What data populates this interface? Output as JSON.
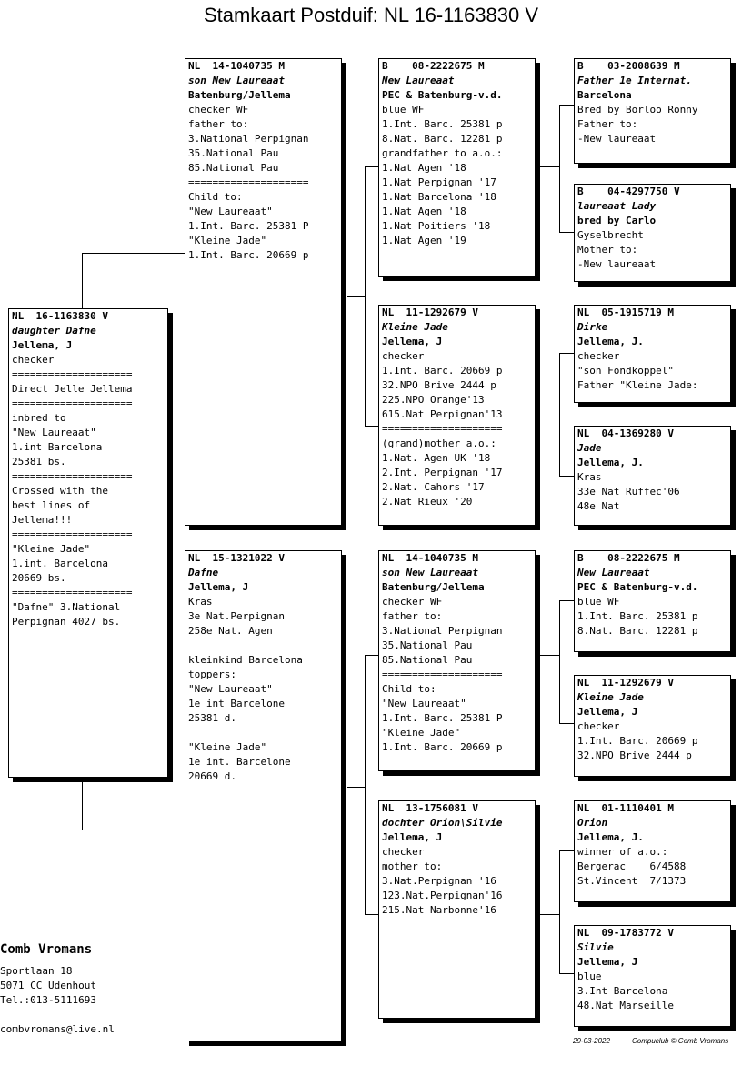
{
  "title": "Stamkaart Postduif: NL  16-1163830 V",
  "cards": {
    "subject": {
      "head": "NL  16-1163830 V",
      "lines": [
        {
          "t": "daughter Dafne",
          "s": "i"
        },
        {
          "t": "Jellema, J",
          "s": "b"
        },
        {
          "t": "checker",
          "s": ""
        },
        {
          "t": "====================",
          "s": ""
        },
        {
          "t": "Direct Jelle Jellema",
          "s": ""
        },
        {
          "t": "====================",
          "s": ""
        },
        {
          "t": "inbred to",
          "s": ""
        },
        {
          "t": "\"New Laureaat\"",
          "s": ""
        },
        {
          "t": "1.int Barcelona",
          "s": ""
        },
        {
          "t": "25381 bs.",
          "s": ""
        },
        {
          "t": "====================",
          "s": ""
        },
        {
          "t": "Crossed with the",
          "s": ""
        },
        {
          "t": "best lines of",
          "s": ""
        },
        {
          "t": "Jellema!!!",
          "s": ""
        },
        {
          "t": "====================",
          "s": ""
        },
        {
          "t": "\"Kleine Jade\"",
          "s": ""
        },
        {
          "t": "1.int. Barcelona",
          "s": ""
        },
        {
          "t": "20669 bs.",
          "s": ""
        },
        {
          "t": "====================",
          "s": ""
        },
        {
          "t": "\"Dafne\" 3.National",
          "s": ""
        },
        {
          "t": "Perpignan 4027 bs.",
          "s": ""
        }
      ]
    },
    "sire": {
      "head": "NL  14-1040735 M",
      "lines": [
        {
          "t": "son New Laureaat",
          "s": "i"
        },
        {
          "t": "Batenburg/Jellema",
          "s": "b"
        },
        {
          "t": "checker WF",
          "s": ""
        },
        {
          "t": "father to:",
          "s": ""
        },
        {
          "t": "3.National Perpignan",
          "s": ""
        },
        {
          "t": "35.National Pau",
          "s": ""
        },
        {
          "t": "85.National Pau",
          "s": ""
        },
        {
          "t": "====================",
          "s": ""
        },
        {
          "t": "Child to:",
          "s": ""
        },
        {
          "t": "\"New Laureaat\"",
          "s": ""
        },
        {
          "t": "1.Int. Barc. 25381 P",
          "s": ""
        },
        {
          "t": "\"Kleine Jade\"",
          "s": ""
        },
        {
          "t": "1.Int. Barc. 20669 p",
          "s": ""
        }
      ]
    },
    "dam": {
      "head": "NL  15-1321022 V",
      "lines": [
        {
          "t": "Dafne",
          "s": "i"
        },
        {
          "t": "Jellema, J",
          "s": "b"
        },
        {
          "t": "Kras",
          "s": ""
        },
        {
          "t": "3e Nat.Perpignan",
          "s": ""
        },
        {
          "t": "258e Nat. Agen",
          "s": ""
        },
        {
          "t": "",
          "s": ""
        },
        {
          "t": "kleinkind Barcelona",
          "s": ""
        },
        {
          "t": "toppers:",
          "s": ""
        },
        {
          "t": "\"New Laureaat\"",
          "s": ""
        },
        {
          "t": "1e int Barcelone",
          "s": ""
        },
        {
          "t": "25381 d.",
          "s": ""
        },
        {
          "t": "",
          "s": ""
        },
        {
          "t": "\"Kleine Jade\"",
          "s": ""
        },
        {
          "t": "1e int. Barcelone",
          "s": ""
        },
        {
          "t": "20669 d.",
          "s": ""
        }
      ]
    },
    "ss": {
      "head": "B    08-2222675 M",
      "lines": [
        {
          "t": "New Laureaat",
          "s": "i"
        },
        {
          "t": "PEC & Batenburg-v.d.",
          "s": "b"
        },
        {
          "t": "blue WF",
          "s": ""
        },
        {
          "t": "1.Int. Barc. 25381 p",
          "s": ""
        },
        {
          "t": "8.Nat. Barc. 12281 p",
          "s": ""
        },
        {
          "t": "grandfather to a.o.:",
          "s": ""
        },
        {
          "t": "1.Nat Agen '18",
          "s": ""
        },
        {
          "t": "1.Nat Perpignan '17",
          "s": ""
        },
        {
          "t": "1.Nat Barcelona '18",
          "s": ""
        },
        {
          "t": "1.Nat Agen '18",
          "s": ""
        },
        {
          "t": "1.Nat Poitiers '18",
          "s": ""
        },
        {
          "t": "1.Nat Agen '19",
          "s": ""
        }
      ]
    },
    "sd": {
      "head": "NL  11-1292679 V",
      "lines": [
        {
          "t": "Kleine Jade",
          "s": "i"
        },
        {
          "t": "Jellema, J",
          "s": "b"
        },
        {
          "t": "checker",
          "s": ""
        },
        {
          "t": "1.Int. Barc. 20669 p",
          "s": ""
        },
        {
          "t": "32.NPO Brive 2444 p",
          "s": ""
        },
        {
          "t": "225.NPO Orange'13",
          "s": ""
        },
        {
          "t": "615.Nat Perpignan'13",
          "s": ""
        },
        {
          "t": "====================",
          "s": ""
        },
        {
          "t": "(grand)mother a.o.:",
          "s": ""
        },
        {
          "t": "1.Nat. Agen UK '18",
          "s": ""
        },
        {
          "t": "2.Int. Perpignan '17",
          "s": ""
        },
        {
          "t": "2.Nat. Cahors '17",
          "s": ""
        },
        {
          "t": "2.Nat Rieux '20",
          "s": ""
        }
      ]
    },
    "ds": {
      "head": "NL  14-1040735 M",
      "lines": [
        {
          "t": "son New Laureaat",
          "s": "i"
        },
        {
          "t": "Batenburg/Jellema",
          "s": "b"
        },
        {
          "t": "checker WF",
          "s": ""
        },
        {
          "t": "father to:",
          "s": ""
        },
        {
          "t": "3.National Perpignan",
          "s": ""
        },
        {
          "t": "35.National Pau",
          "s": ""
        },
        {
          "t": "85.National Pau",
          "s": ""
        },
        {
          "t": "====================",
          "s": ""
        },
        {
          "t": "Child to:",
          "s": ""
        },
        {
          "t": "\"New Laureaat\"",
          "s": ""
        },
        {
          "t": "1.Int. Barc. 25381 P",
          "s": ""
        },
        {
          "t": "\"Kleine Jade\"",
          "s": ""
        },
        {
          "t": "1.Int. Barc. 20669 p",
          "s": ""
        }
      ]
    },
    "dd": {
      "head": "NL  13-1756081 V",
      "lines": [
        {
          "t": "dochter Orion\\Silvie",
          "s": "i"
        },
        {
          "t": "Jellema, J",
          "s": "b"
        },
        {
          "t": "checker",
          "s": ""
        },
        {
          "t": "mother to:",
          "s": ""
        },
        {
          "t": "3.Nat.Perpignan '16",
          "s": ""
        },
        {
          "t": "123.Nat.Perpignan'16",
          "s": ""
        },
        {
          "t": "215.Nat Narbonne'16",
          "s": ""
        }
      ]
    },
    "sss": {
      "head": "B    03-2008639 M",
      "lines": [
        {
          "t": "Father 1e Internat.",
          "s": "i"
        },
        {
          "t": "Barcelona",
          "s": "b"
        },
        {
          "t": "Bred by Borloo Ronny",
          "s": ""
        },
        {
          "t": "Father to:",
          "s": ""
        },
        {
          "t": "-New laureaat",
          "s": ""
        }
      ]
    },
    "ssd": {
      "head": "B    04-4297750 V",
      "lines": [
        {
          "t": "laureaat Lady",
          "s": "i"
        },
        {
          "t": "bred by Carlo",
          "s": "b"
        },
        {
          "t": "Gyselbrecht",
          "s": ""
        },
        {
          "t": "Mother to:",
          "s": ""
        },
        {
          "t": "-New laureaat",
          "s": ""
        }
      ]
    },
    "sds": {
      "head": "NL  05-1915719 M",
      "lines": [
        {
          "t": "Dirke",
          "s": "i"
        },
        {
          "t": "Jellema, J.",
          "s": "b"
        },
        {
          "t": "checker",
          "s": ""
        },
        {
          "t": "\"son Fondkoppel\"",
          "s": ""
        },
        {
          "t": "Father \"Kleine Jade:",
          "s": ""
        }
      ]
    },
    "sdd": {
      "head": "NL  04-1369280 V",
      "lines": [
        {
          "t": "Jade",
          "s": "i"
        },
        {
          "t": "Jellema, J.",
          "s": "b"
        },
        {
          "t": "Kras",
          "s": ""
        },
        {
          "t": "33e Nat Ruffec'06",
          "s": ""
        },
        {
          "t": "48e Nat",
          "s": ""
        }
      ]
    },
    "dss": {
      "head": "B    08-2222675 M",
      "lines": [
        {
          "t": "New Laureaat",
          "s": "i"
        },
        {
          "t": "PEC & Batenburg-v.d.",
          "s": "b"
        },
        {
          "t": "blue WF",
          "s": ""
        },
        {
          "t": "1.Int. Barc. 25381 p",
          "s": ""
        },
        {
          "t": "8.Nat. Barc. 12281 p",
          "s": ""
        }
      ]
    },
    "dsd": {
      "head": "NL  11-1292679 V",
      "lines": [
        {
          "t": "Kleine Jade",
          "s": "i"
        },
        {
          "t": "Jellema, J",
          "s": "b"
        },
        {
          "t": "checker",
          "s": ""
        },
        {
          "t": "1.Int. Barc. 20669 p",
          "s": ""
        },
        {
          "t": "32.NPO Brive 2444 p",
          "s": ""
        }
      ]
    },
    "dds": {
      "head": "NL  01-1110401 M",
      "lines": [
        {
          "t": "Orion",
          "s": "i"
        },
        {
          "t": "Jellema, J.",
          "s": "b"
        },
        {
          "t": "winner of a.o.:",
          "s": ""
        },
        {
          "t": "Bergerac    6/4588",
          "s": ""
        },
        {
          "t": "St.Vincent  7/1373",
          "s": ""
        }
      ]
    },
    "ddd": {
      "head": "NL  09-1783772 V",
      "lines": [
        {
          "t": "Silvie",
          "s": "i"
        },
        {
          "t": "Jellema, J",
          "s": "b"
        },
        {
          "t": "blue",
          "s": ""
        },
        {
          "t": "3.Int Barcelona",
          "s": ""
        },
        {
          "t": "48.Nat Marseille",
          "s": ""
        }
      ]
    }
  },
  "footer": {
    "name": "Comb Vromans",
    "street": "Sportlaan 18",
    "city": "5071 CC  Udenhout",
    "phone": "Tel.:013-5111693",
    "email": "combvromans@live.nl",
    "date": "29-03-2022",
    "software": "Compuclub © Comb Vromans"
  }
}
